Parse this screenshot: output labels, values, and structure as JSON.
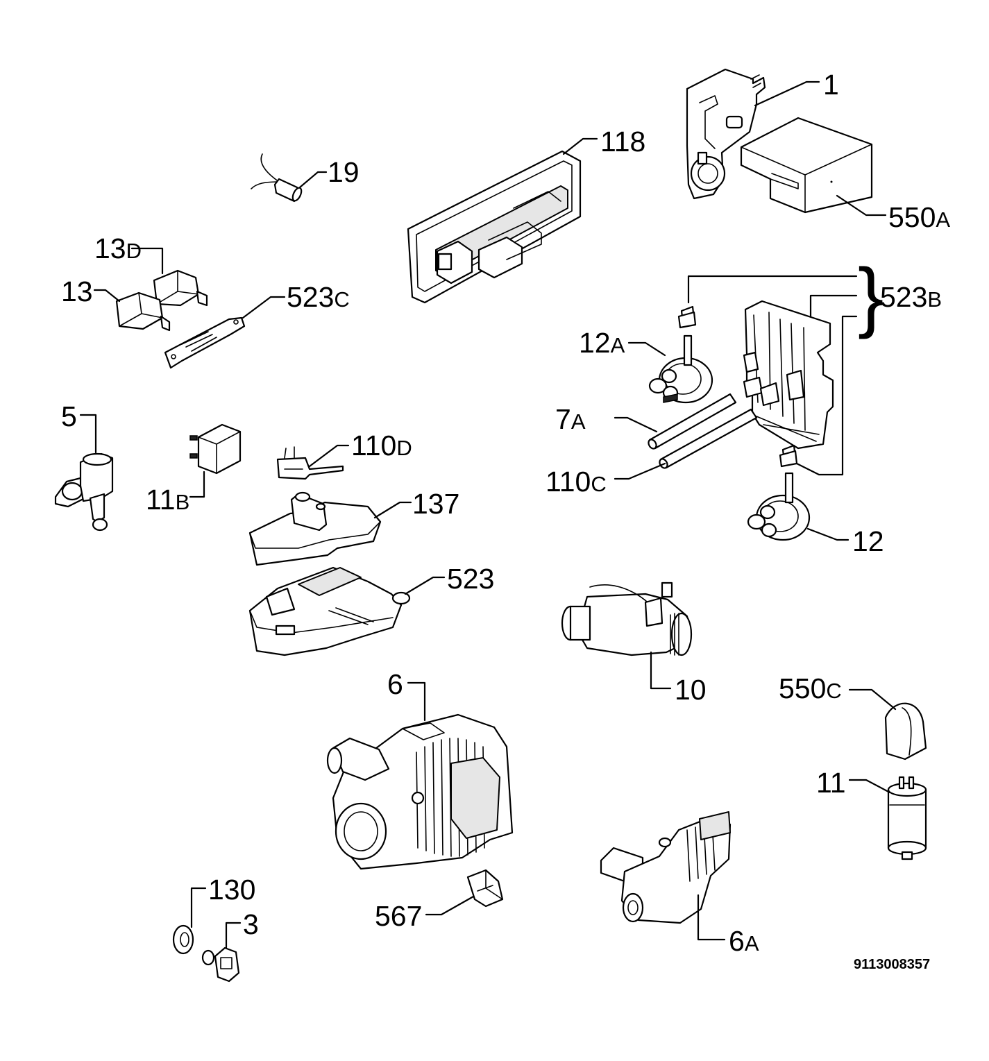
{
  "diagram": {
    "document_number": "9113008357",
    "labels": [
      {
        "id": "1",
        "num": "1",
        "suffix": ""
      },
      {
        "id": "118",
        "num": "118",
        "suffix": ""
      },
      {
        "id": "19",
        "num": "19",
        "suffix": ""
      },
      {
        "id": "550a",
        "num": "550",
        "suffix": "A"
      },
      {
        "id": "13d",
        "num": "13",
        "suffix": "D"
      },
      {
        "id": "13",
        "num": "13",
        "suffix": ""
      },
      {
        "id": "523c",
        "num": "523",
        "suffix": "C"
      },
      {
        "id": "523b",
        "num": "523",
        "suffix": "B"
      },
      {
        "id": "12a",
        "num": "12",
        "suffix": "A"
      },
      {
        "id": "5",
        "num": "5",
        "suffix": ""
      },
      {
        "id": "7a",
        "num": "7",
        "suffix": "A"
      },
      {
        "id": "110c",
        "num": "110",
        "suffix": "C"
      },
      {
        "id": "110d",
        "num": "110",
        "suffix": "D"
      },
      {
        "id": "11b",
        "num": "11",
        "suffix": "B"
      },
      {
        "id": "137",
        "num": "137",
        "suffix": ""
      },
      {
        "id": "12",
        "num": "12",
        "suffix": ""
      },
      {
        "id": "523",
        "num": "523",
        "suffix": ""
      },
      {
        "id": "10",
        "num": "10",
        "suffix": ""
      },
      {
        "id": "6",
        "num": "6",
        "suffix": ""
      },
      {
        "id": "550c",
        "num": "550",
        "suffix": "C"
      },
      {
        "id": "11",
        "num": "11",
        "suffix": ""
      },
      {
        "id": "130",
        "num": "130",
        "suffix": ""
      },
      {
        "id": "3",
        "num": "3",
        "suffix": ""
      },
      {
        "id": "567",
        "num": "567",
        "suffix": ""
      },
      {
        "id": "6a",
        "num": "6",
        "suffix": "A"
      }
    ]
  }
}
